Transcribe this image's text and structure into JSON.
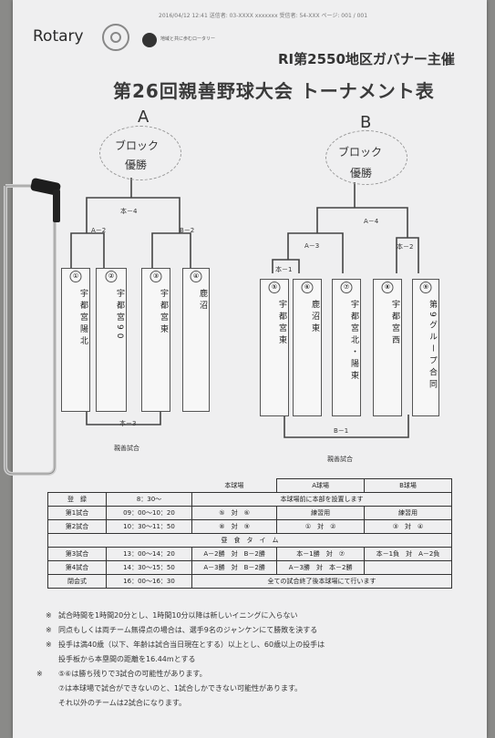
{
  "header": {
    "meta": "2016/04/12 12:41  送信者: 03-XXXX xxxxxxx  受信者: 54-XXX  ページ: 001 / 001",
    "rotary": "Rotary",
    "org_text": "地域と共に歩むロータリー",
    "host": "RI第2550地区ガバナー主催",
    "title": "第26回親善野球大会 トーナメント表"
  },
  "block_a": {
    "letter": "A",
    "champion_line1": "ブロック",
    "champion_line2": "優勝",
    "final_label": "本－4",
    "g1_label": "A－2",
    "g2_label": "B－2",
    "bottom_label": "本－3",
    "bottom_caption": "親善試合",
    "teams": [
      {
        "num": "①",
        "name": "宇都宮陽北"
      },
      {
        "num": "②",
        "name": "宇都宮90"
      },
      {
        "num": "③",
        "name": "宇都宮東"
      },
      {
        "num": "④",
        "name": "鹿沼"
      }
    ]
  },
  "block_b": {
    "letter": "B",
    "champion_line1": "ブロック",
    "champion_line2": "優勝",
    "final_label": "A－4",
    "g1_label": "A－3",
    "g1a_label": "本－1",
    "g2_label": "本－2",
    "bottom_label": "B－1",
    "bottom_caption": "親善試合",
    "teams": [
      {
        "num": "⑤",
        "name": "宇都宮東"
      },
      {
        "num": "⑥",
        "name": "鹿沼東"
      },
      {
        "num": "⑦",
        "name": "宇都宮北・陽東"
      },
      {
        "num": "⑧",
        "name": "宇都宮西"
      },
      {
        "num": "⑨",
        "name": "第9グループ合同"
      }
    ]
  },
  "schedule": {
    "headers": [
      "本球場",
      "A球場",
      "B球場"
    ],
    "rows": [
      {
        "label": "登　録",
        "time": "8：30～",
        "span": "本球場前に本部を設置します"
      },
      {
        "label": "第1試合",
        "time": "09：00～10：20",
        "c1": "⑤　対　⑥",
        "c2": "練習用",
        "c3": "練習用"
      },
      {
        "label": "第2試合",
        "time": "10：30～11：50",
        "c1": "⑧　対　⑨",
        "c2": "①　対　②",
        "c3": "③　対　④"
      },
      {
        "label": "",
        "time": "",
        "span": "昼　食　タ　イ　ム"
      },
      {
        "label": "第3試合",
        "time": "13：00～14：20",
        "c1": "A－2勝　対　B－2勝",
        "c2": "本－1勝　対　⑦",
        "c3": "本－1負　対　A－2負"
      },
      {
        "label": "第4試合",
        "time": "14：30～15：50",
        "c1": "A－3勝　対　B－2勝",
        "c2": "A－3勝　対　本－2勝",
        "c3": ""
      },
      {
        "label": "閉会式",
        "time": "16：00～16：30",
        "span": "全ての試合終了後本球場にて行います"
      }
    ]
  },
  "notes": [
    {
      "mark": "※",
      "text": "試合時間を1時間20分とし、1時間10分以降は新しいイニングに入らない"
    },
    {
      "mark": "※",
      "text": "同点もしくは両チーム無得点の場合は、選手9名のジャンケンにて勝敗を決する"
    },
    {
      "mark": "※",
      "text": "投手は満40歳（以下、年齢は試合当日現在とする）以上とし、60歳以上の投手は"
    },
    {
      "mark": "",
      "text": "投手板から本塁間の距離を16.44mとする"
    },
    {
      "mark": "※",
      "text": "⑤⑥は勝ち残りで3試合の可能性があります。"
    },
    {
      "mark": "",
      "text": "⑦は本球場で試合ができないのと、1試合しかできない可能性があります。"
    },
    {
      "mark": "",
      "text": "それ以外のチームは2試合になります。"
    }
  ]
}
